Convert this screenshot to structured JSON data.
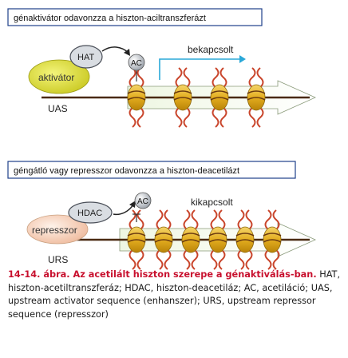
{
  "panel1": {
    "title": "génaktivátor odavonzza a hiszton-aciltranszferázt",
    "hat_label": "HAT",
    "ac_label": "AC",
    "activator_label": "aktivátor",
    "state_label": "bekapcsolt",
    "site_label": "UAS"
  },
  "panel2": {
    "title": "géngátló vagy represszor odavonzza a hiszton-deacetilázt",
    "hdac_label": "HDAC",
    "ac_label": "AC",
    "repressor_label": "represszor",
    "state_label": "kikapcsolt",
    "site_label": "URS"
  },
  "caption": {
    "heading": "14-14. ábra. Az acetilált hiszton szerepe a génaktiválás-ban.",
    "body": "HAT, hiszton-acetiltranszferáz; HDAC, hiszton-deacetiláz; AC, acetiláció; UAS, upstream activator sequence (enhanszer); URS, upstream repressor sequence (represszor)"
  },
  "colors": {
    "title_border": "#1f3f8a",
    "dna_line": "#4a2a12",
    "nucleosome": "#e3ad1f",
    "histone_tail": "#c9442a",
    "activator": "#dfe23a",
    "repressor": "#f6d8c4",
    "hat_hdac": "#d9dde2",
    "ac_ball": "#c8ccd2",
    "arrow_on": "#2aa8d8",
    "caption_head": "#c8102e"
  }
}
